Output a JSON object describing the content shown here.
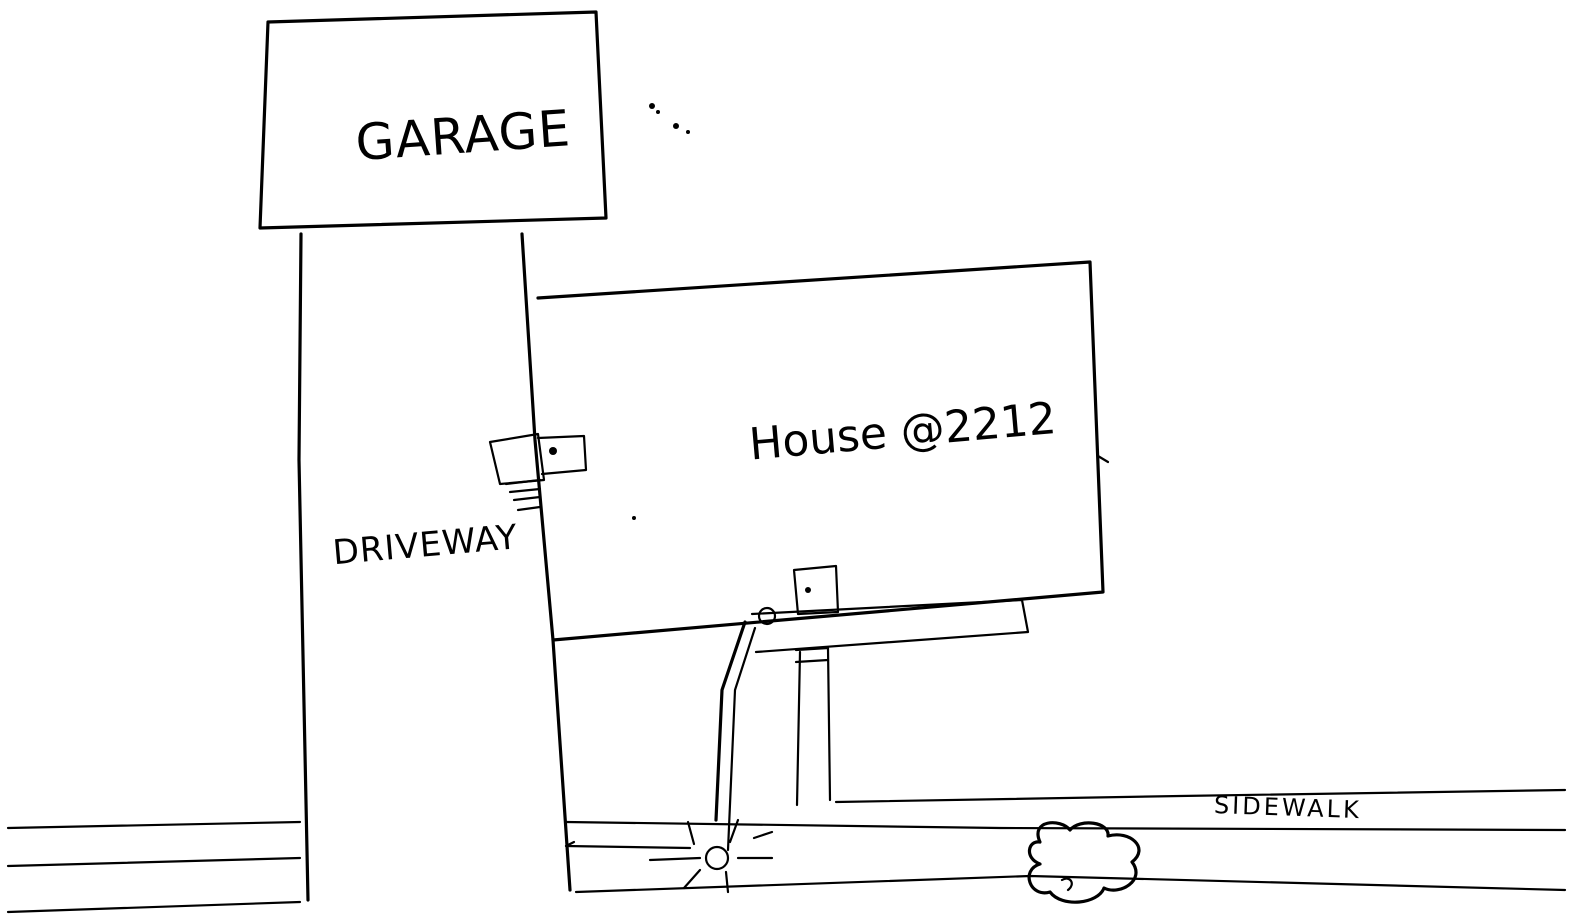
{
  "labels": {
    "garage": "GARAGE",
    "house": "House @2212",
    "driveway": "DRIVEWAY",
    "sidewalk": "SIDEWALK"
  },
  "colors": {
    "ink": "#000000",
    "paper": "#ffffff"
  }
}
